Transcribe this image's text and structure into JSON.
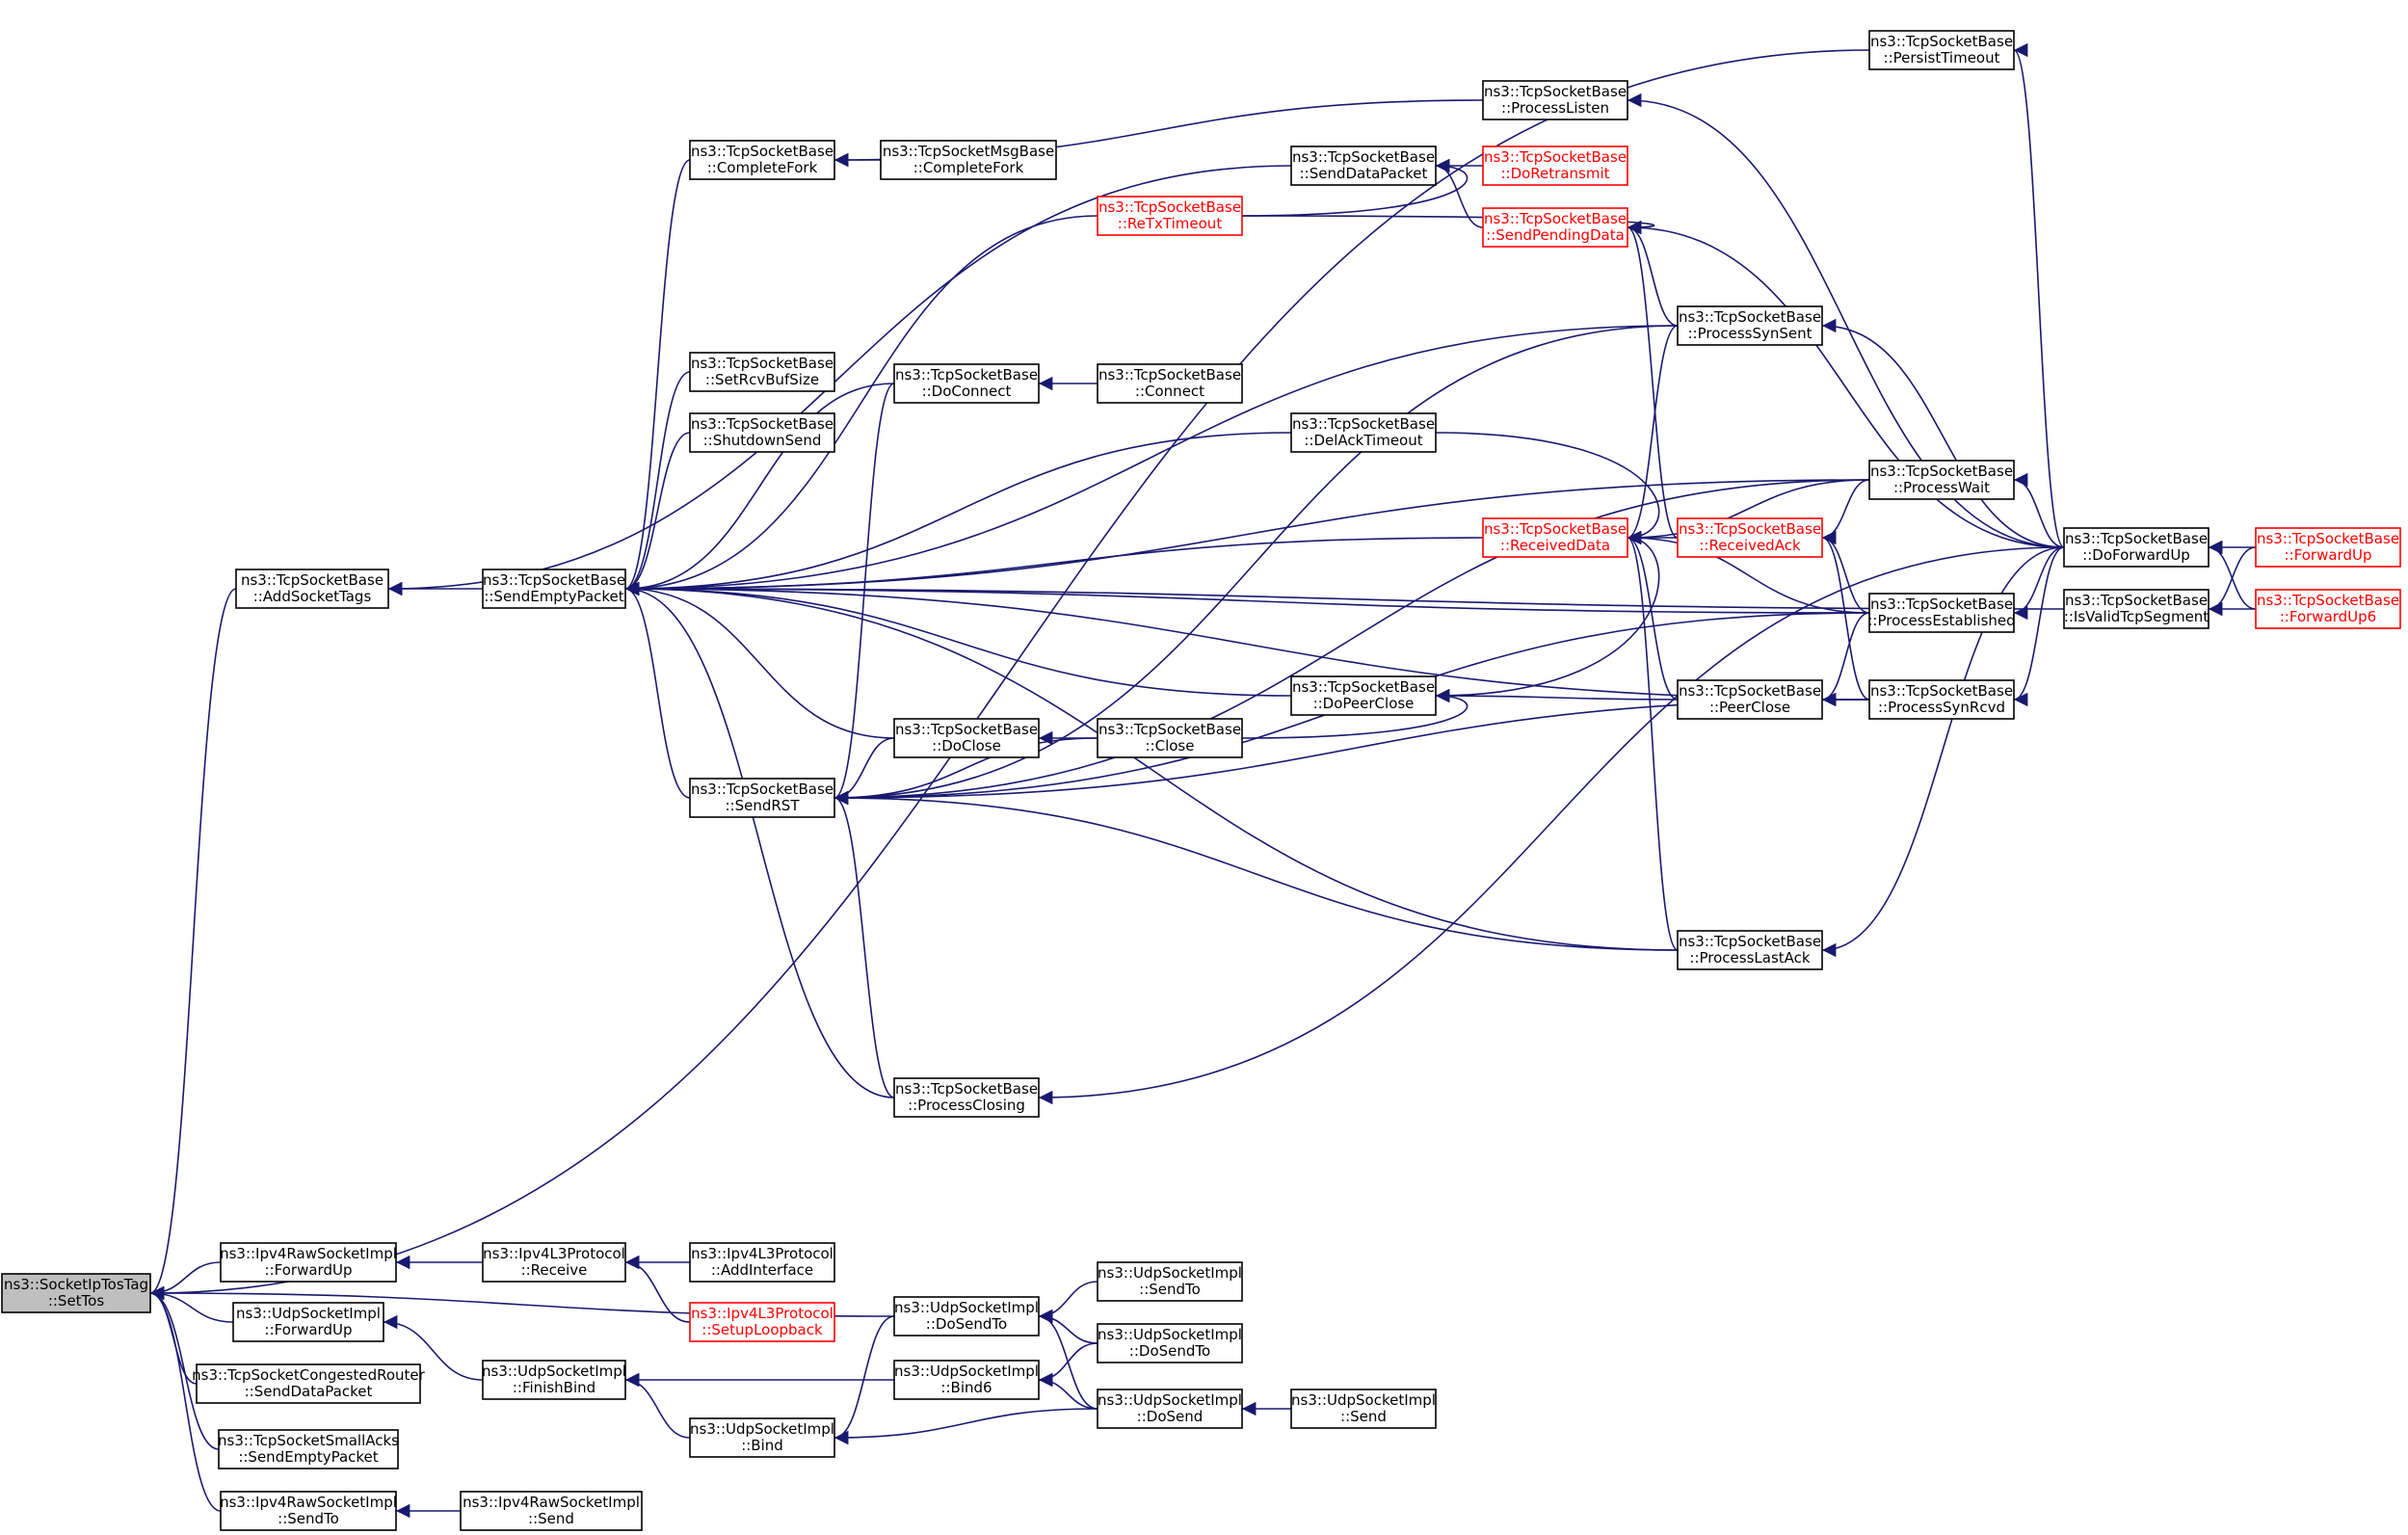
{
  "graph": {
    "type": "doxygen-caller-graph",
    "edge_color": "#191970",
    "root_fill": "#bfbfbf",
    "truncated_border_color": "#ff0000",
    "nodes": [
      {
        "id": "root",
        "lines": [
          "ns3::SocketIpTosTag",
          "::SetTos"
        ],
        "style": "root"
      },
      {
        "id": "addsockettags",
        "lines": [
          "ns3::TcpSocketBase",
          "::AddSocketTags"
        ]
      },
      {
        "id": "sendemptypacket",
        "lines": [
          "ns3::TcpSocketBase",
          "::SendEmptyPacket"
        ]
      },
      {
        "id": "completefork",
        "lines": [
          "ns3::TcpSocketBase",
          "::CompleteFork"
        ]
      },
      {
        "id": "msgcompletefork",
        "lines": [
          "ns3::TcpSocketMsgBase",
          "::CompleteFork"
        ]
      },
      {
        "id": "processlisten",
        "lines": [
          "ns3::TcpSocketBase",
          "::ProcessListen"
        ]
      },
      {
        "id": "persisttimeout",
        "lines": [
          "ns3::TcpSocketBase",
          "::PersistTimeout"
        ]
      },
      {
        "id": "senddatapacket",
        "lines": [
          "ns3::TcpSocketBase",
          "::SendDataPacket"
        ]
      },
      {
        "id": "doretransmit",
        "lines": [
          "ns3::TcpSocketBase",
          "::DoRetransmit"
        ],
        "style": "red"
      },
      {
        "id": "retxtimeout",
        "lines": [
          "ns3::TcpSocketBase",
          "::ReTxTimeout"
        ],
        "style": "red"
      },
      {
        "id": "sendpendingdata",
        "lines": [
          "ns3::TcpSocketBase",
          "::SendPendingData"
        ],
        "style": "red"
      },
      {
        "id": "processsynsent",
        "lines": [
          "ns3::TcpSocketBase",
          "::ProcessSynSent"
        ]
      },
      {
        "id": "setrcvbufsize",
        "lines": [
          "ns3::TcpSocketBase",
          "::SetRcvBufSize"
        ]
      },
      {
        "id": "shutdownsend",
        "lines": [
          "ns3::TcpSocketBase",
          "::ShutdownSend"
        ]
      },
      {
        "id": "doconnect",
        "lines": [
          "ns3::TcpSocketBase",
          "::DoConnect"
        ]
      },
      {
        "id": "connect",
        "lines": [
          "ns3::TcpSocketBase",
          "::Connect"
        ]
      },
      {
        "id": "delacktimeout",
        "lines": [
          "ns3::TcpSocketBase",
          "::DelAckTimeout"
        ]
      },
      {
        "id": "processwait",
        "lines": [
          "ns3::TcpSocketBase",
          "::ProcessWait"
        ]
      },
      {
        "id": "receiveddata",
        "lines": [
          "ns3::TcpSocketBase",
          "::ReceivedData"
        ],
        "style": "red"
      },
      {
        "id": "receivedack",
        "lines": [
          "ns3::TcpSocketBase",
          "::ReceivedAck"
        ],
        "style": "red"
      },
      {
        "id": "doforwardup",
        "lines": [
          "ns3::TcpSocketBase",
          "::DoForwardUp"
        ]
      },
      {
        "id": "forwardup",
        "lines": [
          "ns3::TcpSocketBase",
          "::ForwardUp"
        ],
        "style": "red"
      },
      {
        "id": "forwardup6",
        "lines": [
          "ns3::TcpSocketBase",
          "::ForwardUp6"
        ],
        "style": "red"
      },
      {
        "id": "isvalidtcpsegment",
        "lines": [
          "ns3::TcpSocketBase",
          "::IsValidTcpSegment"
        ]
      },
      {
        "id": "processestablished",
        "lines": [
          "ns3::TcpSocketBase",
          "::ProcessEstablished"
        ]
      },
      {
        "id": "dopeerclose",
        "lines": [
          "ns3::TcpSocketBase",
          "::DoPeerClose"
        ]
      },
      {
        "id": "peerclose",
        "lines": [
          "ns3::TcpSocketBase",
          "::PeerClose"
        ]
      },
      {
        "id": "processsynrcvd",
        "lines": [
          "ns3::TcpSocketBase",
          "::ProcessSynRcvd"
        ]
      },
      {
        "id": "doclose",
        "lines": [
          "ns3::TcpSocketBase",
          "::DoClose"
        ]
      },
      {
        "id": "close",
        "lines": [
          "ns3::TcpSocketBase",
          "::Close"
        ]
      },
      {
        "id": "sendrst",
        "lines": [
          "ns3::TcpSocketBase",
          "::SendRST"
        ]
      },
      {
        "id": "processlastack",
        "lines": [
          "ns3::TcpSocketBase",
          "::ProcessLastAck"
        ]
      },
      {
        "id": "processclosing",
        "lines": [
          "ns3::TcpSocketBase",
          "::ProcessClosing"
        ]
      },
      {
        "id": "rawforwardup",
        "lines": [
          "ns3::Ipv4RawSocketImpl",
          "::ForwardUp"
        ]
      },
      {
        "id": "ipv4receive",
        "lines": [
          "ns3::Ipv4L3Protocol",
          "::Receive"
        ]
      },
      {
        "id": "addinterface",
        "lines": [
          "ns3::Ipv4L3Protocol",
          "::AddInterface"
        ]
      },
      {
        "id": "setuploopback",
        "lines": [
          "ns3::Ipv4L3Protocol",
          "::SetupLoopback"
        ],
        "style": "red"
      },
      {
        "id": "udpforwardup",
        "lines": [
          "ns3::UdpSocketImpl",
          "::ForwardUp"
        ]
      },
      {
        "id": "finishbind",
        "lines": [
          "ns3::UdpSocketImpl",
          "::FinishBind"
        ]
      },
      {
        "id": "congested",
        "lines": [
          "ns3::TcpSocketCongestedRouter",
          "::SendDataPacket"
        ]
      },
      {
        "id": "smallacks",
        "lines": [
          "ns3::TcpSocketSmallAcks",
          "::SendEmptyPacket"
        ]
      },
      {
        "id": "rawsendto",
        "lines": [
          "ns3::Ipv4RawSocketImpl",
          "::SendTo"
        ]
      },
      {
        "id": "rawsend",
        "lines": [
          "ns3::Ipv4RawSocketImpl",
          "::Send"
        ]
      },
      {
        "id": "udpdosendto",
        "lines": [
          "ns3::UdpSocketImpl",
          "::DoSendTo"
        ]
      },
      {
        "id": "udpsendto",
        "lines": [
          "ns3::UdpSocketImpl",
          "::SendTo"
        ]
      },
      {
        "id": "udpdosendto2",
        "lines": [
          "ns3::UdpSocketImpl",
          "::DoSendTo"
        ]
      },
      {
        "id": "udpbind6",
        "lines": [
          "ns3::UdpSocketImpl",
          "::Bind6"
        ]
      },
      {
        "id": "udpdosend",
        "lines": [
          "ns3::UdpSocketImpl",
          "::DoSend"
        ]
      },
      {
        "id": "udpsend",
        "lines": [
          "ns3::UdpSocketImpl",
          "::Send"
        ]
      },
      {
        "id": "udpbind",
        "lines": [
          "ns3::UdpSocketImpl",
          "::Bind"
        ]
      }
    ],
    "edges": [
      [
        "root",
        "addsockettags"
      ],
      [
        "root",
        "rawforwardup"
      ],
      [
        "root",
        "udpforwardup"
      ],
      [
        "root",
        "congested"
      ],
      [
        "root",
        "smallacks"
      ],
      [
        "root",
        "rawsendto"
      ],
      [
        "root",
        "persisttimeout"
      ],
      [
        "root",
        "udpdosendto"
      ],
      [
        "addsockettags",
        "sendemptypacket"
      ],
      [
        "addsockettags",
        "senddatapacket"
      ],
      [
        "sendemptypacket",
        "completefork"
      ],
      [
        "sendemptypacket",
        "retxtimeout"
      ],
      [
        "sendemptypacket",
        "processsynsent"
      ],
      [
        "sendemptypacket",
        "setrcvbufsize"
      ],
      [
        "sendemptypacket",
        "shutdownsend"
      ],
      [
        "sendemptypacket",
        "doconnect"
      ],
      [
        "sendemptypacket",
        "delacktimeout"
      ],
      [
        "sendemptypacket",
        "processwait"
      ],
      [
        "sendemptypacket",
        "receiveddata"
      ],
      [
        "sendemptypacket",
        "processestablished"
      ],
      [
        "sendemptypacket",
        "dopeerclose"
      ],
      [
        "sendemptypacket",
        "doclose"
      ],
      [
        "sendemptypacket",
        "sendrst"
      ],
      [
        "sendemptypacket",
        "processlastack"
      ],
      [
        "sendemptypacket",
        "processsynrcvd"
      ],
      [
        "sendemptypacket",
        "processclosing"
      ],
      [
        "sendemptypacket",
        "isvalidtcpsegment"
      ],
      [
        "completefork",
        "msgcompletefork"
      ],
      [
        "completefork",
        "processlisten"
      ],
      [
        "senddatapacket",
        "doretransmit"
      ],
      [
        "senddatapacket",
        "sendpendingdata"
      ],
      [
        "sendpendingdata",
        "retxtimeout"
      ],
      [
        "senddatapacket",
        "retxtimeout"
      ],
      [
        "sendpendingdata",
        "processsynsent"
      ],
      [
        "sendpendingdata",
        "receivedack"
      ],
      [
        "sendpendingdata",
        "doforwardup"
      ],
      [
        "processlisten",
        "doforwardup"
      ],
      [
        "persisttimeout",
        "doforwardup"
      ],
      [
        "processsynsent",
        "doforwardup"
      ],
      [
        "processwait",
        "doforwardup"
      ],
      [
        "processestablished",
        "doforwardup"
      ],
      [
        "processsynrcvd",
        "doforwardup"
      ],
      [
        "processlastack",
        "doforwardup"
      ],
      [
        "processclosing",
        "doforwardup"
      ],
      [
        "doforwardup",
        "forwardup"
      ],
      [
        "doforwardup",
        "forwardup6"
      ],
      [
        "isvalidtcpsegment",
        "forwardup"
      ],
      [
        "isvalidtcpsegment",
        "forwardup6"
      ],
      [
        "doconnect",
        "connect"
      ],
      [
        "receiveddata",
        "delacktimeout"
      ],
      [
        "receiveddata",
        "receivedack"
      ],
      [
        "receiveddata",
        "processwait"
      ],
      [
        "receiveddata",
        "processsynsent"
      ],
      [
        "receiveddata",
        "processestablished"
      ],
      [
        "receiveddata",
        "peerclose"
      ],
      [
        "receiveddata",
        "processlastack"
      ],
      [
        "receiveddata",
        "dopeerclose"
      ],
      [
        "receivedack",
        "processwait"
      ],
      [
        "receivedack",
        "processestablished"
      ],
      [
        "receivedack",
        "processsynrcvd"
      ],
      [
        "dopeerclose",
        "peerclose"
      ],
      [
        "dopeerclose",
        "close"
      ],
      [
        "peerclose",
        "processestablished"
      ],
      [
        "peerclose",
        "processsynrcvd"
      ],
      [
        "doclose",
        "close"
      ],
      [
        "sendrst",
        "doclose"
      ],
      [
        "sendrst",
        "close"
      ],
      [
        "sendrst",
        "doconnect"
      ],
      [
        "sendrst",
        "processsynsent"
      ],
      [
        "sendrst",
        "processwait"
      ],
      [
        "sendrst",
        "processestablished"
      ],
      [
        "sendrst",
        "processsynrcvd"
      ],
      [
        "sendrst",
        "processlastack"
      ],
      [
        "sendrst",
        "processclosing"
      ],
      [
        "rawforwardup",
        "ipv4receive"
      ],
      [
        "ipv4receive",
        "addinterface"
      ],
      [
        "ipv4receive",
        "setuploopback"
      ],
      [
        "udpforwardup",
        "finishbind"
      ],
      [
        "finishbind",
        "udpbind6"
      ],
      [
        "finishbind",
        "udpbind"
      ],
      [
        "rawsendto",
        "rawsend"
      ],
      [
        "udpdosendto",
        "udpsendto"
      ],
      [
        "udpdosendto",
        "udpdosendto2"
      ],
      [
        "udpdosendto",
        "udpdosend"
      ],
      [
        "udpdosend",
        "udpsend"
      ],
      [
        "udpbind6",
        "udpdosendto2"
      ],
      [
        "udpbind6",
        "udpdosend"
      ],
      [
        "udpbind",
        "udpdosendto"
      ],
      [
        "udpbind",
        "udpdosend"
      ]
    ]
  }
}
